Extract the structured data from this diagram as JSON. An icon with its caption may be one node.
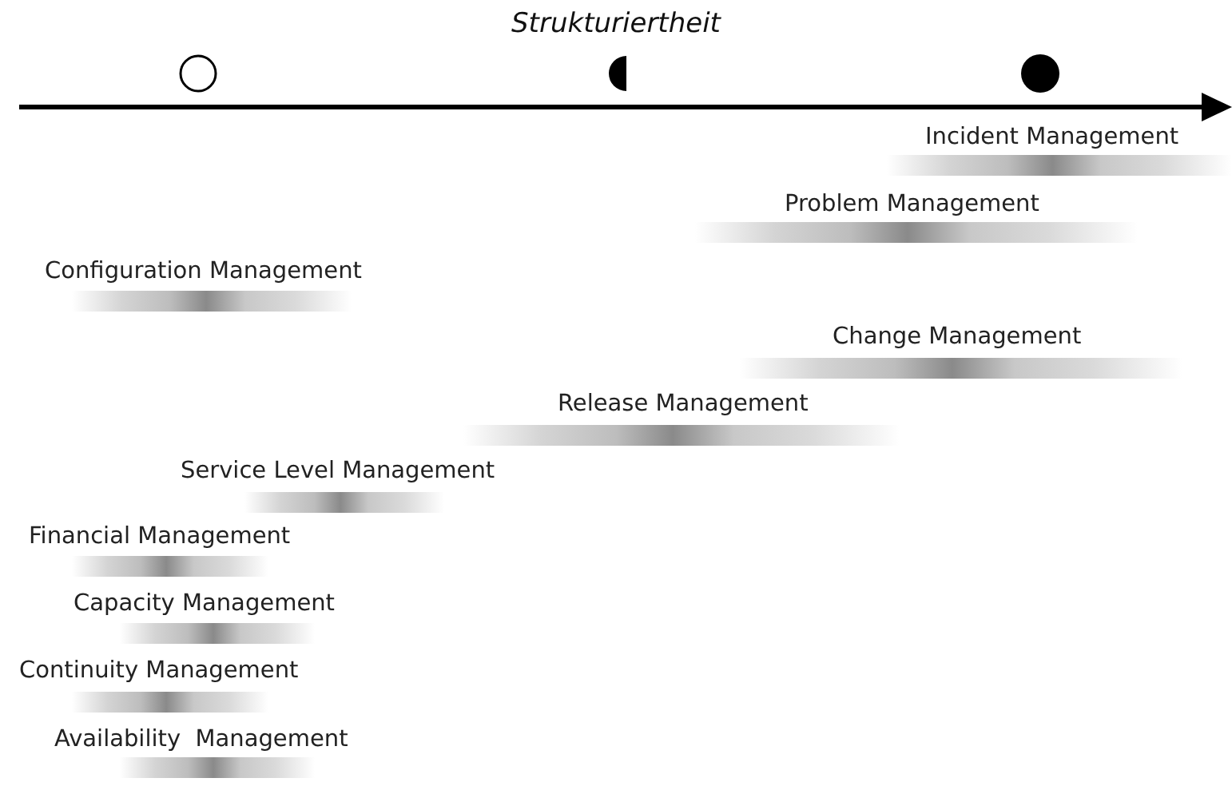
{
  "diagram": {
    "title": "Strukturiertheit",
    "nodes": [
      {
        "text": [
          "Incident Management"
        ]
      },
      {
        "text": [
          "Problem Management"
        ]
      },
      {
        "text": [
          "Configuration Management"
        ]
      },
      {
        "text": [
          "Change Management"
        ]
      },
      {
        "text": [
          "Release Management"
        ]
      },
      {
        "text": [
          "Service Level Management"
        ]
      },
      {
        "text": [
          "Financial Management"
        ]
      },
      {
        "text": [
          "Capacity Management"
        ]
      },
      {
        "text": [
          "Continuity Management"
        ]
      },
      {
        "text": [
          "Availability  Management"
        ]
      }
    ]
  }
}
